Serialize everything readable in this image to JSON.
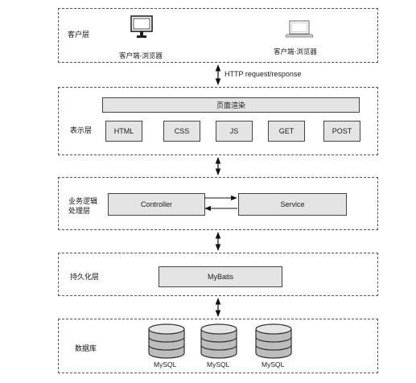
{
  "client_layer": {
    "label": "客户层",
    "desktop_caption": "客户端-浏览器",
    "laptop_caption": "客户端-浏览器"
  },
  "http_label": "HTTP request/response",
  "presentation_layer": {
    "label": "表示层",
    "render_box": "页面渲染",
    "items": [
      "HTML",
      "CSS",
      "JS",
      "GET",
      "POST"
    ]
  },
  "business_layer": {
    "label_line1": "业务逻辑",
    "label_line2": "处理层",
    "controller": "Controller",
    "service": "Service"
  },
  "persistence_layer": {
    "label": "持久化层",
    "mybatis": "MyBatis"
  },
  "database_layer": {
    "label": "数据库",
    "databases": [
      "MySQL",
      "MySQL",
      "MySQL"
    ]
  }
}
